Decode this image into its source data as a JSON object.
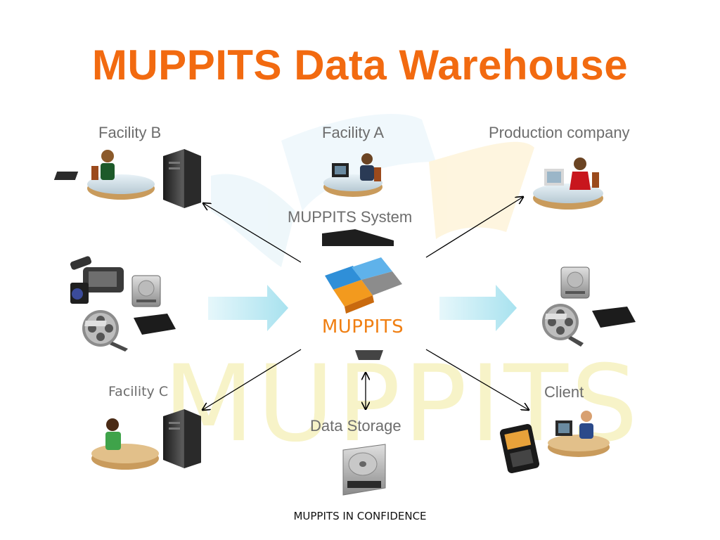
{
  "slide": {
    "title": "MUPPITS Data Warehouse",
    "watermark_text": "MUPPITS",
    "footer": "MUPPITS IN CONFIDENCE"
  },
  "nodes": {
    "facility_b": "Facility B",
    "facility_a": "Facility A",
    "production_company": "Production company",
    "muppits_system": "MUPPITS System",
    "facility_c": "Facility C",
    "client": "Client",
    "data_storage": "Data Storage"
  },
  "logo": {
    "text": "MUPPITS"
  },
  "colors": {
    "title": "#f26a10",
    "label": "#6d6d6d",
    "logo_orange": "#f07f12",
    "logo_blue": "#2f8fd8",
    "watermark": "#f7f3c8",
    "arrow_fill": "#bfe9f2"
  }
}
